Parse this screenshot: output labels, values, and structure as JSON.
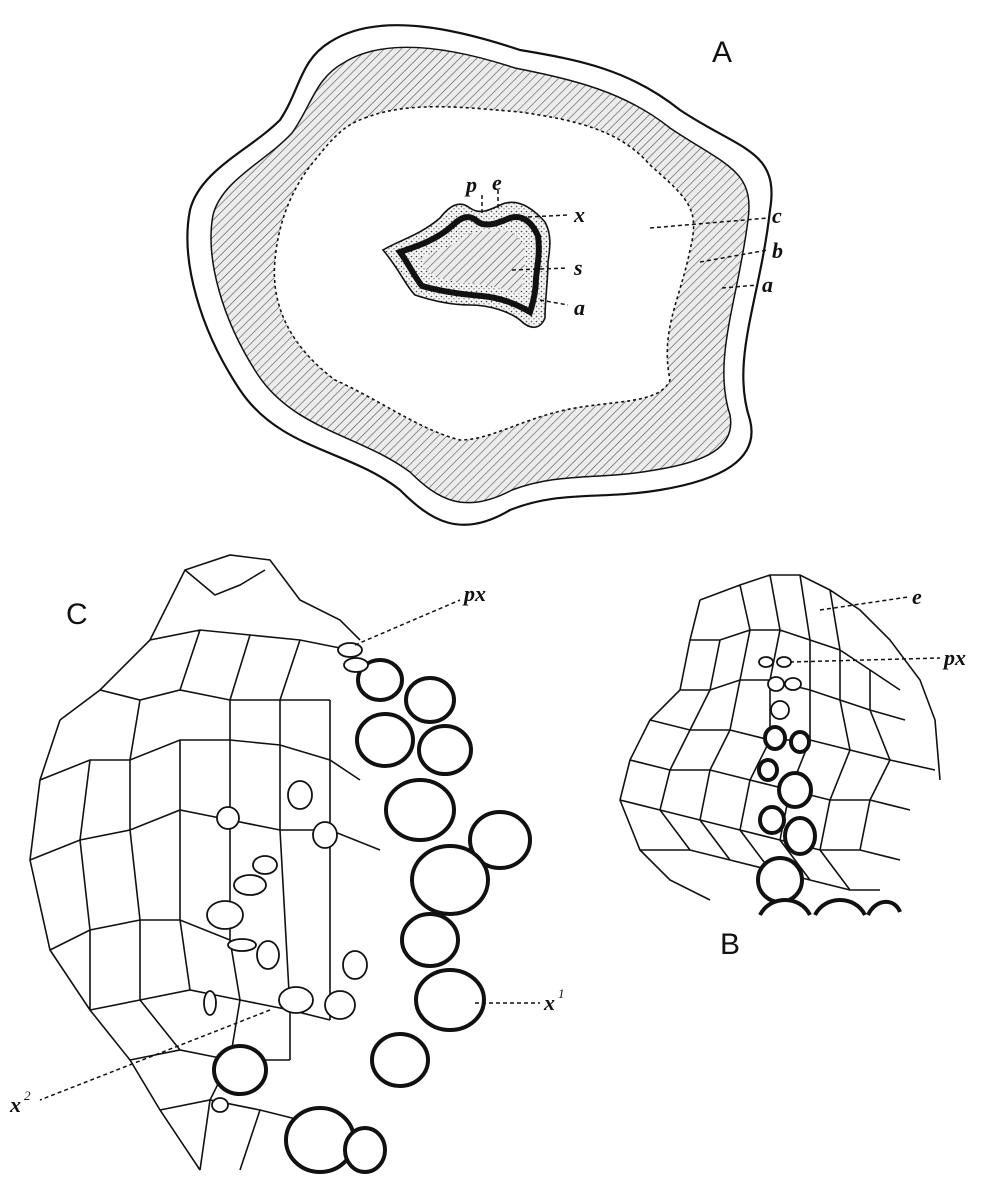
{
  "panels": {
    "A": "A",
    "B": "B",
    "C": "C"
  },
  "labels": {
    "p": "p",
    "e": "e",
    "x": "x",
    "s": "s",
    "a_inner": "a",
    "c": "c",
    "b": "b",
    "a_outer": "a",
    "px_C": "px",
    "x1": "x",
    "x1_sup": "1",
    "x2": "x",
    "x2_sup": "2",
    "e_B": "e",
    "px_B": "px"
  },
  "colors": {
    "ink": "#111111",
    "paper": "#ffffff"
  }
}
